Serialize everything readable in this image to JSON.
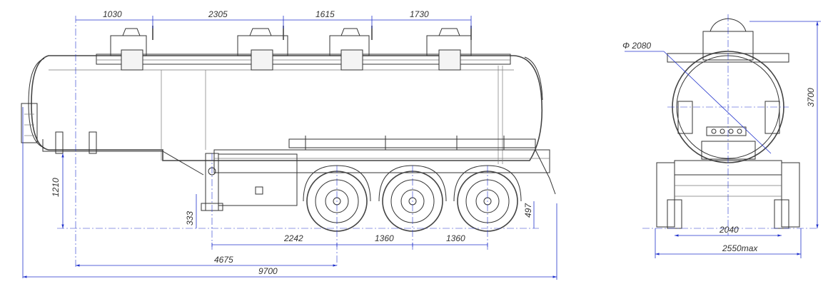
{
  "side_view": {
    "top_dims": [
      "1030",
      "2305",
      "1615",
      "1730"
    ],
    "axle_dims": [
      "2242",
      "1360",
      "1360"
    ],
    "bottom_dims": [
      "4675",
      "9700"
    ],
    "vertical_dims": [
      "1210",
      "333",
      "497"
    ]
  },
  "rear_view": {
    "diameter": "Φ 2080",
    "height": "3700",
    "track": "2040",
    "width": "2550max"
  }
}
